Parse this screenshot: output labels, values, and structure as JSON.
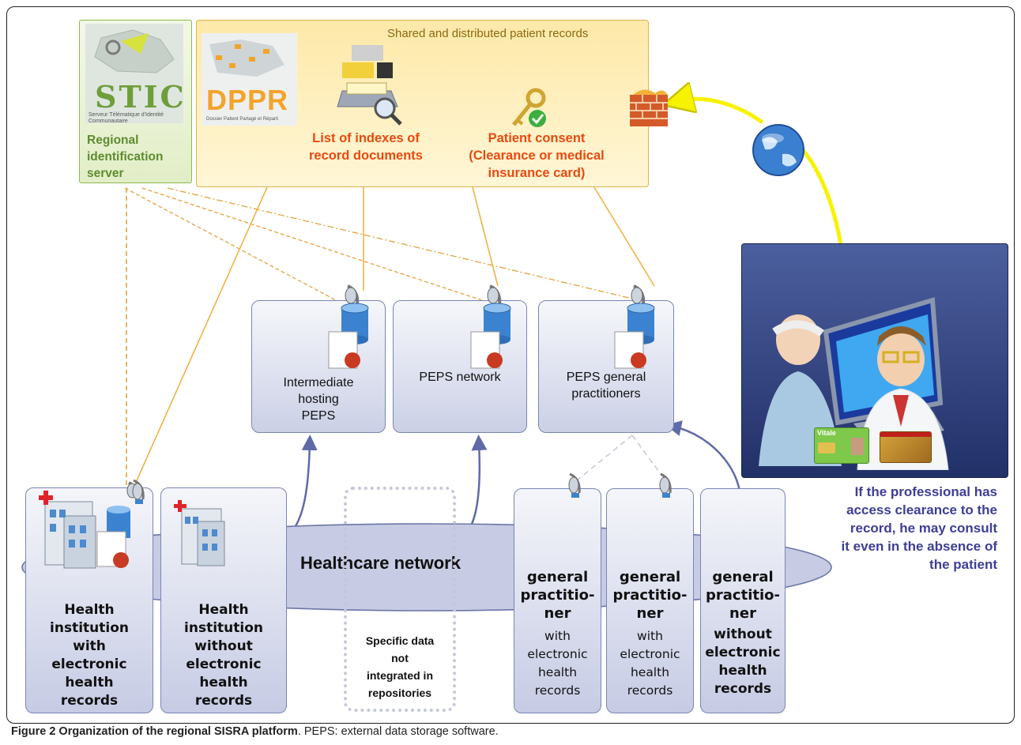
{
  "regional_server": {
    "logo_text": "STIC",
    "logo_subtext": "Serveur Télématique d'Identité Communautaire",
    "label": [
      "Regional",
      "identification",
      "server"
    ]
  },
  "dppr": {
    "title": "Shared and distributed patient records",
    "logo_text": "DPPR",
    "logo_subtext": "Dossier Patient Partagé et Réparti",
    "indexes_label": [
      "List of indexes of",
      "record documents"
    ],
    "consent_label": [
      "Patient consent",
      "(Clearance or medical",
      "insurance card)"
    ]
  },
  "peps": [
    {
      "label": "Intermediate\nhosting\nPEPS"
    },
    {
      "label": "PEPS network"
    },
    {
      "label": "PEPS general\npractitioners"
    }
  ],
  "network_label": "Healthcare network",
  "institutions": [
    {
      "label": "Health\ninstitution\nwith\nelectronic\nhealth\nrecords"
    },
    {
      "label": "Health\ninstitution\nwithout\nelectronic\nhealth\nrecords"
    }
  ],
  "specific_data_label": "Specific data\nnot\nintegrated in\nrepositories",
  "practitioners": [
    {
      "title": "general\npractitio-\nner",
      "detail": "with\nelectronic\nhealth\nrecords"
    },
    {
      "title": "general\npractitio-\nner",
      "detail": "with\nelectronic\nhealth\nrecords"
    },
    {
      "title": "general\npractitio-\nner",
      "detail": "without\nelectronic\nhealth\nrecords"
    }
  ],
  "professional_note": [
    "If the professional has",
    "access clearance to the",
    "record, he may consult",
    "it even in the absence of",
    "the patient"
  ],
  "card_labels": [
    "Vitale"
  ],
  "caption": {
    "bold": "Figure 2 Organization of the regional SISRA platform",
    "rest": ". PEPS: external data storage software."
  },
  "colors": {
    "orange_text": "#e84a10",
    "green_text": "#5e8c2e",
    "blue_text": "#3d3e97",
    "line_orange": "#e8a635",
    "arrow_yellow": "#f6f200"
  }
}
